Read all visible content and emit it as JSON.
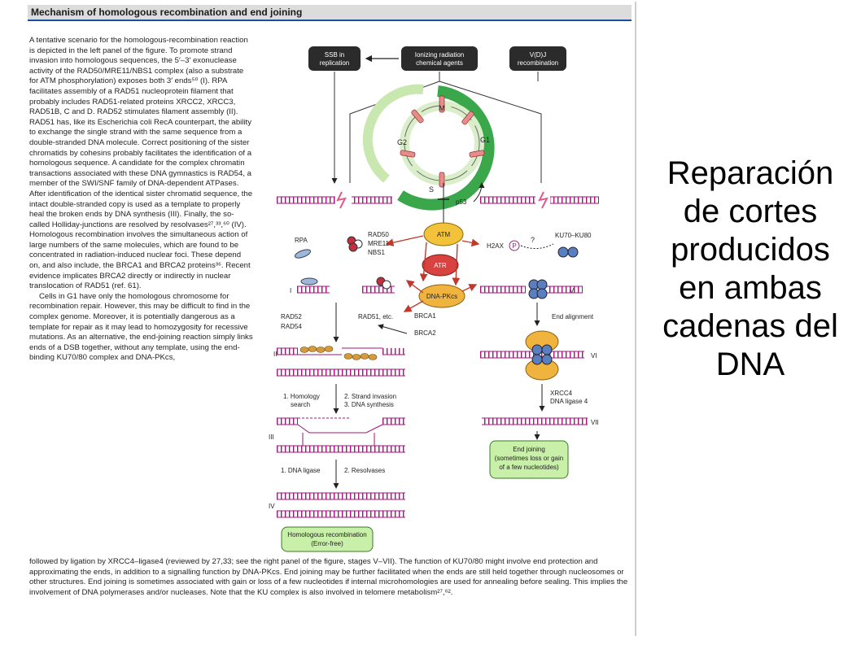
{
  "header": {
    "title": "Mechanism of homologous recombination and end joining"
  },
  "left_text": [
    "A tentative scenario for the homologous-recombination reaction is depicted in the left panel of the figure. To promote strand invasion into homologous sequences, the 5′–3′ exonuclease activity of the RAD50/MRE11/NBS1 complex (also a substrate for ATM phosphorylation) exposes both 3′ ends⁵⁰ (I). RPA facilitates assembly of a RAD51 nucleoprotein filament that probably includes RAD51-related proteins XRCC2, XRCC3, RAD51B, C and D. RAD52 stimulates filament assembly (II). RAD51 has, like its Escherichia coli RecA counterpart, the ability to exchange the single strand with the same sequence from a double-stranded DNA molecule. Correct positioning of the sister chromatids by cohesins probably facilitates the identification of a homologous sequence. A candidate for the complex chromatin transactions associated with these DNA gymnastics is RAD54, a member of the SWI/SNF family of DNA-dependent ATPases. After identification of the identical sister chromatid sequence, the intact double-stranded copy is used as a template to properly heal the broken ends by DNA synthesis (III). Finally, the so-called Holliday-junctions are resolved by resolvases²⁷,³³,⁶⁰ (IV). Homologous recombination involves the simultaneous action of large numbers of the same molecules, which are found to be concentrated in radiation-induced nuclear foci. These depend on, and also include, the BRCA1 and BRCA2 proteins³⁶. Recent evidence implicates BRCA2 directly or indirectly in nuclear translocation of RAD51 (ref. 61).",
    "Cells in G1 have only the homologous chromosome for recombination repair. However, this may be difficult to find in the complex genome. Moreover, it is potentially dangerous as a template for repair as it may lead to homozygosity for recessive mutations. As an alternative, the end-joining reaction simply links ends of a DSB together, without any template, using the end-binding KU70/80 complex and DNA-PKcs,"
  ],
  "bottom_text": "followed by ligation by XRCC4–ligase4 (reviewed by 27,33; see the right panel of the figure, stages V–VII). The function of KU70/80 might involve end protection and approximating the ends, in addition to a signalling function by DNA-PKcs. End joining may be further facilitated when the ends are still held together through nucleosomes or other structures. End joining is sometimes associated with gain or loss of a few nucleotides if internal microhomologies are used for annealing before sealing. This implies the involvement of DNA polymerases and/or nucleases. Note that the KU complex is also involved in telomere metabolism²⁷,⁶².",
  "diagram": {
    "ssb_box": [
      "SSB in",
      "replication"
    ],
    "ionizing_box": [
      "Ionizing radiation",
      "chemical agents"
    ],
    "vdj_box": [
      "V(D)J",
      "recombination"
    ],
    "cycle": {
      "m": "M",
      "g1": "G1",
      "s": "S",
      "g2": "G2"
    },
    "p53": "p53",
    "atm": "ATM",
    "atr": "ATR",
    "dnapk": "DNA-PKcs",
    "rad50_complex": [
      "RAD50",
      "MRE11",
      "NBS1"
    ],
    "rpa": "RPA",
    "h2ax": "H2AX",
    "ku": "KU70–KU80",
    "brca1": "BRCA1",
    "brca2": "BRCA2",
    "rad52": "RAD52",
    "rad54": "RAD54",
    "rad51": "RAD51, etc.",
    "stage_I": "I",
    "stage_II": "II",
    "stage_III": "III",
    "stage_IV": "IV",
    "stage_V": "V",
    "stage_VI": "VI",
    "stage_VII": "VII",
    "homology_search": [
      "1. Homology",
      "search"
    ],
    "strand_invasion": [
      "2. Strand invasion",
      "3. DNA synthesis"
    ],
    "dna_ligase": "1. DNA ligase",
    "resolvases": "2. Resolvases",
    "hr_box": [
      "Homologous recombination",
      "(Error-free)"
    ],
    "end_alignment": "End alignment",
    "xrcc4": [
      "XRCC4",
      "DNA ligase 4"
    ],
    "ej_box": [
      "End joining",
      "(sometimes loss or gain",
      "of a few nucleotides)"
    ],
    "question": "?"
  },
  "side_title": [
    "Reparación",
    "de cortes",
    "producidos",
    "en ambas",
    "cadenas del",
    "DNA"
  ],
  "colors": {
    "dna": "#a0147a",
    "atm": "#f2c23a",
    "atr": "#d8433f",
    "dnapk": "#f0b43e",
    "green_box": "#c8f0a8",
    "header_line": "#1a4ea0"
  }
}
